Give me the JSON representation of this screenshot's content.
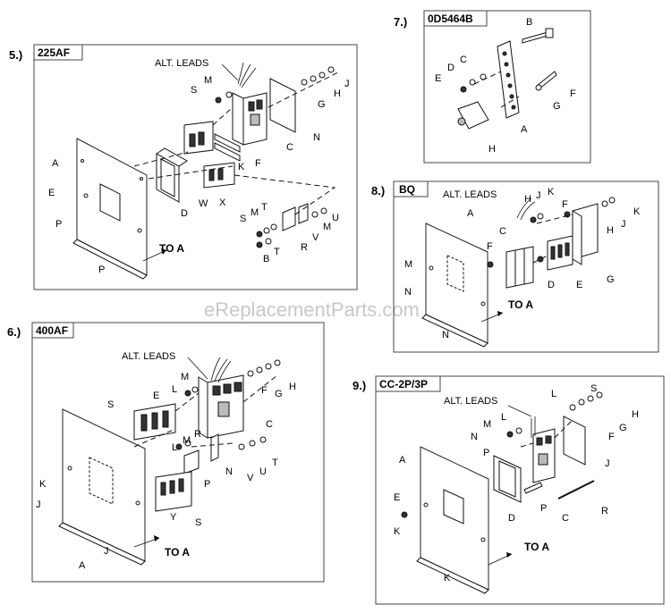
{
  "watermark": "eReplacementParts.com",
  "sections": {
    "s5": {
      "num": "5.)",
      "title": "225AF",
      "labels": {
        "alt": "ALT. LEADS",
        "A": "A",
        "B": "B",
        "C": "C",
        "D": "D",
        "E": "E",
        "F": "F",
        "G": "G",
        "H": "H",
        "J": "J",
        "K": "K",
        "M1": "M",
        "M2": "M",
        "M3": "M",
        "N": "N",
        "P1": "P",
        "P2": "P",
        "R": "R",
        "S1": "S",
        "S2": "S",
        "T1": "T",
        "T2": "T",
        "U": "U",
        "V": "V",
        "W": "W",
        "X": "X",
        "toA": "TO A"
      }
    },
    "s6": {
      "num": "6.)",
      "title": "400AF",
      "labels": {
        "alt": "ALT. LEADS",
        "A": "A",
        "C": "C",
        "E": "E",
        "F": "F",
        "G": "G",
        "H": "H",
        "J1": "J",
        "J2": "J",
        "K": "K",
        "L": "L",
        "M1": "M",
        "M2": "M",
        "N": "N",
        "P": "P",
        "R": "R",
        "S1": "S",
        "S2": "S",
        "T": "T",
        "U": "U",
        "V": "V",
        "Y": "Y",
        "toA": "TO A"
      }
    },
    "s7": {
      "num": "7.)",
      "title": "0D5464B",
      "labels": {
        "A": "A",
        "B": "B",
        "C": "C",
        "D": "D",
        "E": "E",
        "F": "F",
        "G": "G",
        "H": "H"
      }
    },
    "s8": {
      "num": "8.)",
      "title": "BQ",
      "labels": {
        "alt": "ALT. LEADS",
        "A": "A",
        "C": "C",
        "D": "D",
        "E": "E",
        "F1": "F",
        "F2": "F",
        "G": "G",
        "H": "H",
        "J": "J",
        "K1": "K",
        "K2": "K",
        "M": "M",
        "N1": "N",
        "N2": "N",
        "toA": "TO A"
      }
    },
    "s9": {
      "num": "9.)",
      "title": "CC-2P/3P",
      "labels": {
        "alt": "ALT. LEADS",
        "A": "A",
        "C": "C",
        "D": "D",
        "E": "E",
        "F": "F",
        "G": "G",
        "H": "H",
        "J": "J",
        "K1": "K",
        "K2": "K",
        "L1": "L",
        "L2": "L",
        "M": "M",
        "N": "N",
        "P1": "P",
        "P2": "P",
        "R": "R",
        "S": "S",
        "toA": "TO A"
      }
    }
  }
}
